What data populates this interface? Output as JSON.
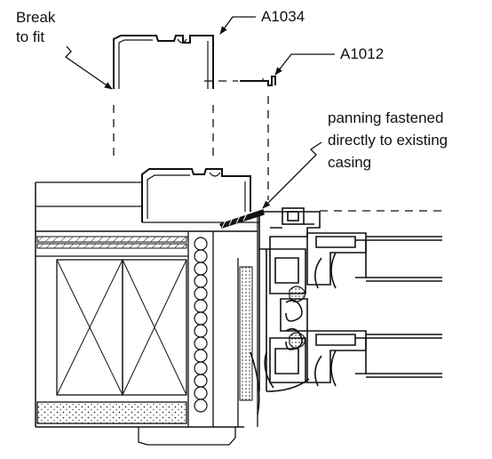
{
  "labels": {
    "break": [
      "Break",
      "to fit"
    ],
    "part_a": "A1034",
    "part_b": "A1012",
    "note": [
      "panning fastened",
      "directly to existing",
      "casing"
    ]
  },
  "colors": {
    "line": "#111111",
    "fill_light": "#ffffff",
    "fill_dots": "#d9d9d9"
  }
}
